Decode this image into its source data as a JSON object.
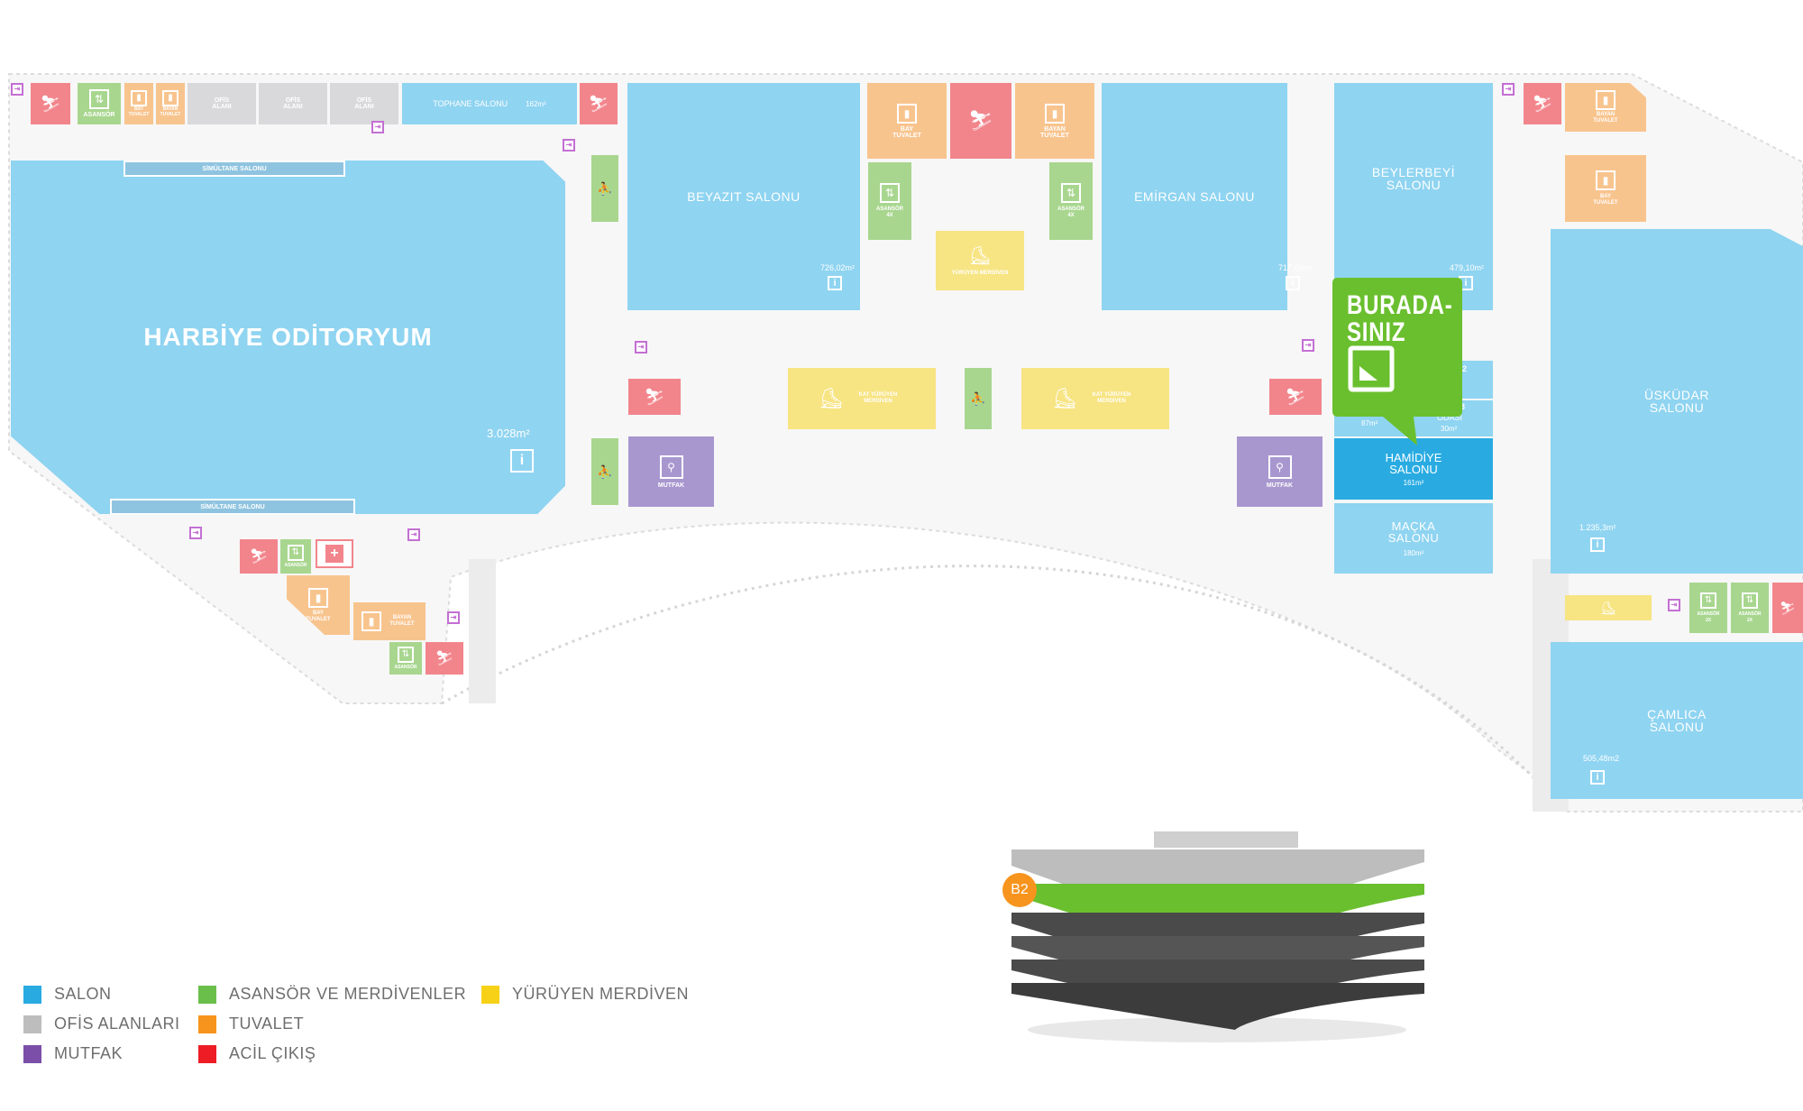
{
  "rooms": {
    "harbiye": {
      "name": "HARBİYE ODİTORYUM",
      "area": "3.028m²"
    },
    "simultane_top": "SİMÜLTANE SALONU",
    "simultane_bottom": "SİMÜLTANE SALONU",
    "beyazit": {
      "name": "BEYAZIT SALONU",
      "area": "726,02m²"
    },
    "emirgan": {
      "name": "EMİRGAN SALONU",
      "area": "717,69m²"
    },
    "beylerbeyi": {
      "name": "BEYLERBEYİ SALONU",
      "area": "479,10m²"
    },
    "uskudar": {
      "name": "ÜSKÜDAR SALONU",
      "area": "1.235,3m²"
    },
    "camlica": {
      "name": "ÇAMLICA SALONU",
      "area": "505,48m2"
    },
    "hamidiye": {
      "name": "HAMİDİYE SALONU",
      "area": "161m²"
    },
    "macka": {
      "name": "MAÇKA SALONU",
      "area": "180m²"
    },
    "tophane": {
      "name": "TOPHANE SALONU",
      "area": "162m²"
    },
    "odasi": {
      "name": "ODASI",
      "area": "30m²",
      "num3": "3",
      "num2": "2",
      "area2": "87m²"
    }
  },
  "labels": {
    "asansor": "ASANSÖR",
    "asansor_4x": "ASANSÖR 4X",
    "asansor_2x": "ASANSÖR 2X",
    "bay_tuvalet": "BAY TUVALET",
    "bayan_tuvalet": "BAYAN TUVALET",
    "ofis_alani": "OFİS ALANI",
    "mutfak": "MUTFAK",
    "yuruyen": "YÜRÜYEN MERDİVEN",
    "kat_yuruyen": "KAT YÜRÜYEN MERDİVEN"
  },
  "you_are_here": {
    "line1": "BURADA-",
    "line2": "SINIZ"
  },
  "floor_badge": "B2",
  "legend": [
    {
      "label": "SALON",
      "color": "#29abe2"
    },
    {
      "label": "OFİS ALANLARI",
      "color": "#bdbdbd"
    },
    {
      "label": "MUTFAK",
      "color": "#7b4fa8"
    },
    {
      "label": "ASANSÖR VE MERDİVENLER",
      "color": "#6abf4b"
    },
    {
      "label": "TUVALET",
      "color": "#f7941d"
    },
    {
      "label": "ACİL ÇIKIŞ",
      "color": "#ee1c25"
    },
    {
      "label": "YÜRÜYEN MERDİVEN",
      "color": "#f7d117"
    }
  ],
  "colors": {
    "salon": "#8fd4f1",
    "salon_active": "#29abe2",
    "highlight": "#6abf2e",
    "badge": "#f7941d"
  },
  "icons": {
    "info": "info-icon",
    "exit": "emergency-exit-icon",
    "elevator": "elevator-icon",
    "toilet": "toilet-icon",
    "kitchen": "fork-knife-icon",
    "escalator": "escalator-icon",
    "first_aid": "first-aid-icon",
    "pin": "exit-door-pin-icon"
  }
}
